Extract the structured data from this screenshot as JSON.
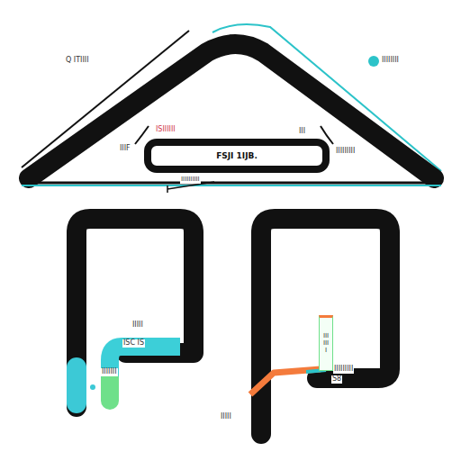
{
  "diagram": {
    "nodes": [
      {
        "text": [
          "FSJI 1IJB."
        ]
      },
      {
        "text": [
          "IIIIIII"
        ]
      }
    ],
    "labels": [
      "Q ITIIII",
      "IIIIIIII",
      "ISIIIIII",
      "III",
      "IIIF",
      "IIIIIIIII",
      "IIIIIIIIII",
      "IIIII",
      "ISC IS",
      "IIIIIII",
      "IIIIIIIII",
      "S8",
      "IIIII"
    ]
  }
}
